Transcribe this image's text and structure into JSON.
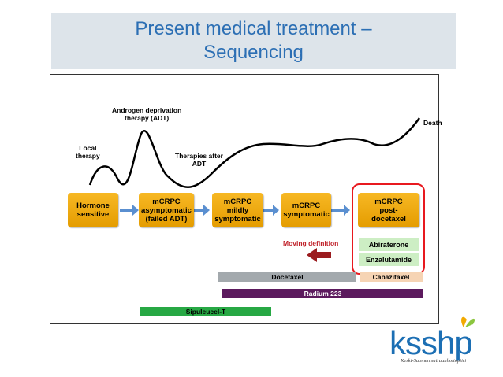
{
  "slide": {
    "title_line1": "Present medical treatment –",
    "title_line2": "Sequencing"
  },
  "curve_labels": {
    "local": "Local\ntherapy",
    "adt": "Androgen deprivation\ntherapy (ADT)",
    "after_adt": "Therapies after\nADT",
    "death": "Death"
  },
  "stages": [
    {
      "label": "Hormone\nsensitive"
    },
    {
      "label": "mCRPC\nasymptomatic\n(failed ADT)"
    },
    {
      "label": "mCRPC\nmildly\nsymptomatic"
    },
    {
      "label": "mCRPC\nsymptomatic"
    },
    {
      "label": "mCRPC\npost-\ndocetaxel"
    }
  ],
  "drugs": {
    "abiraterone": "Abiraterone",
    "enzalutamide": "Enzalutamide",
    "moving_definition": "Moving definition",
    "docetaxel": "Docetaxel",
    "cabazitaxel": "Cabazitaxel",
    "radium": "Radium 223",
    "sipuleucel": "Sipuleucel-T"
  },
  "logo": {
    "name": "ksshp",
    "subtitle": "Keski-Suomen sairaanhoitopiiri"
  },
  "colors": {
    "title": "#2c6fb4",
    "stage": "#f2a900",
    "arrow": "#5a8fd0",
    "highlight": "#e8191f",
    "docetaxel": "#a3a9ad",
    "cabazitaxel": "#f6d4b4",
    "radium": "#5c1a5e",
    "sipuleucel": "#27a844"
  }
}
